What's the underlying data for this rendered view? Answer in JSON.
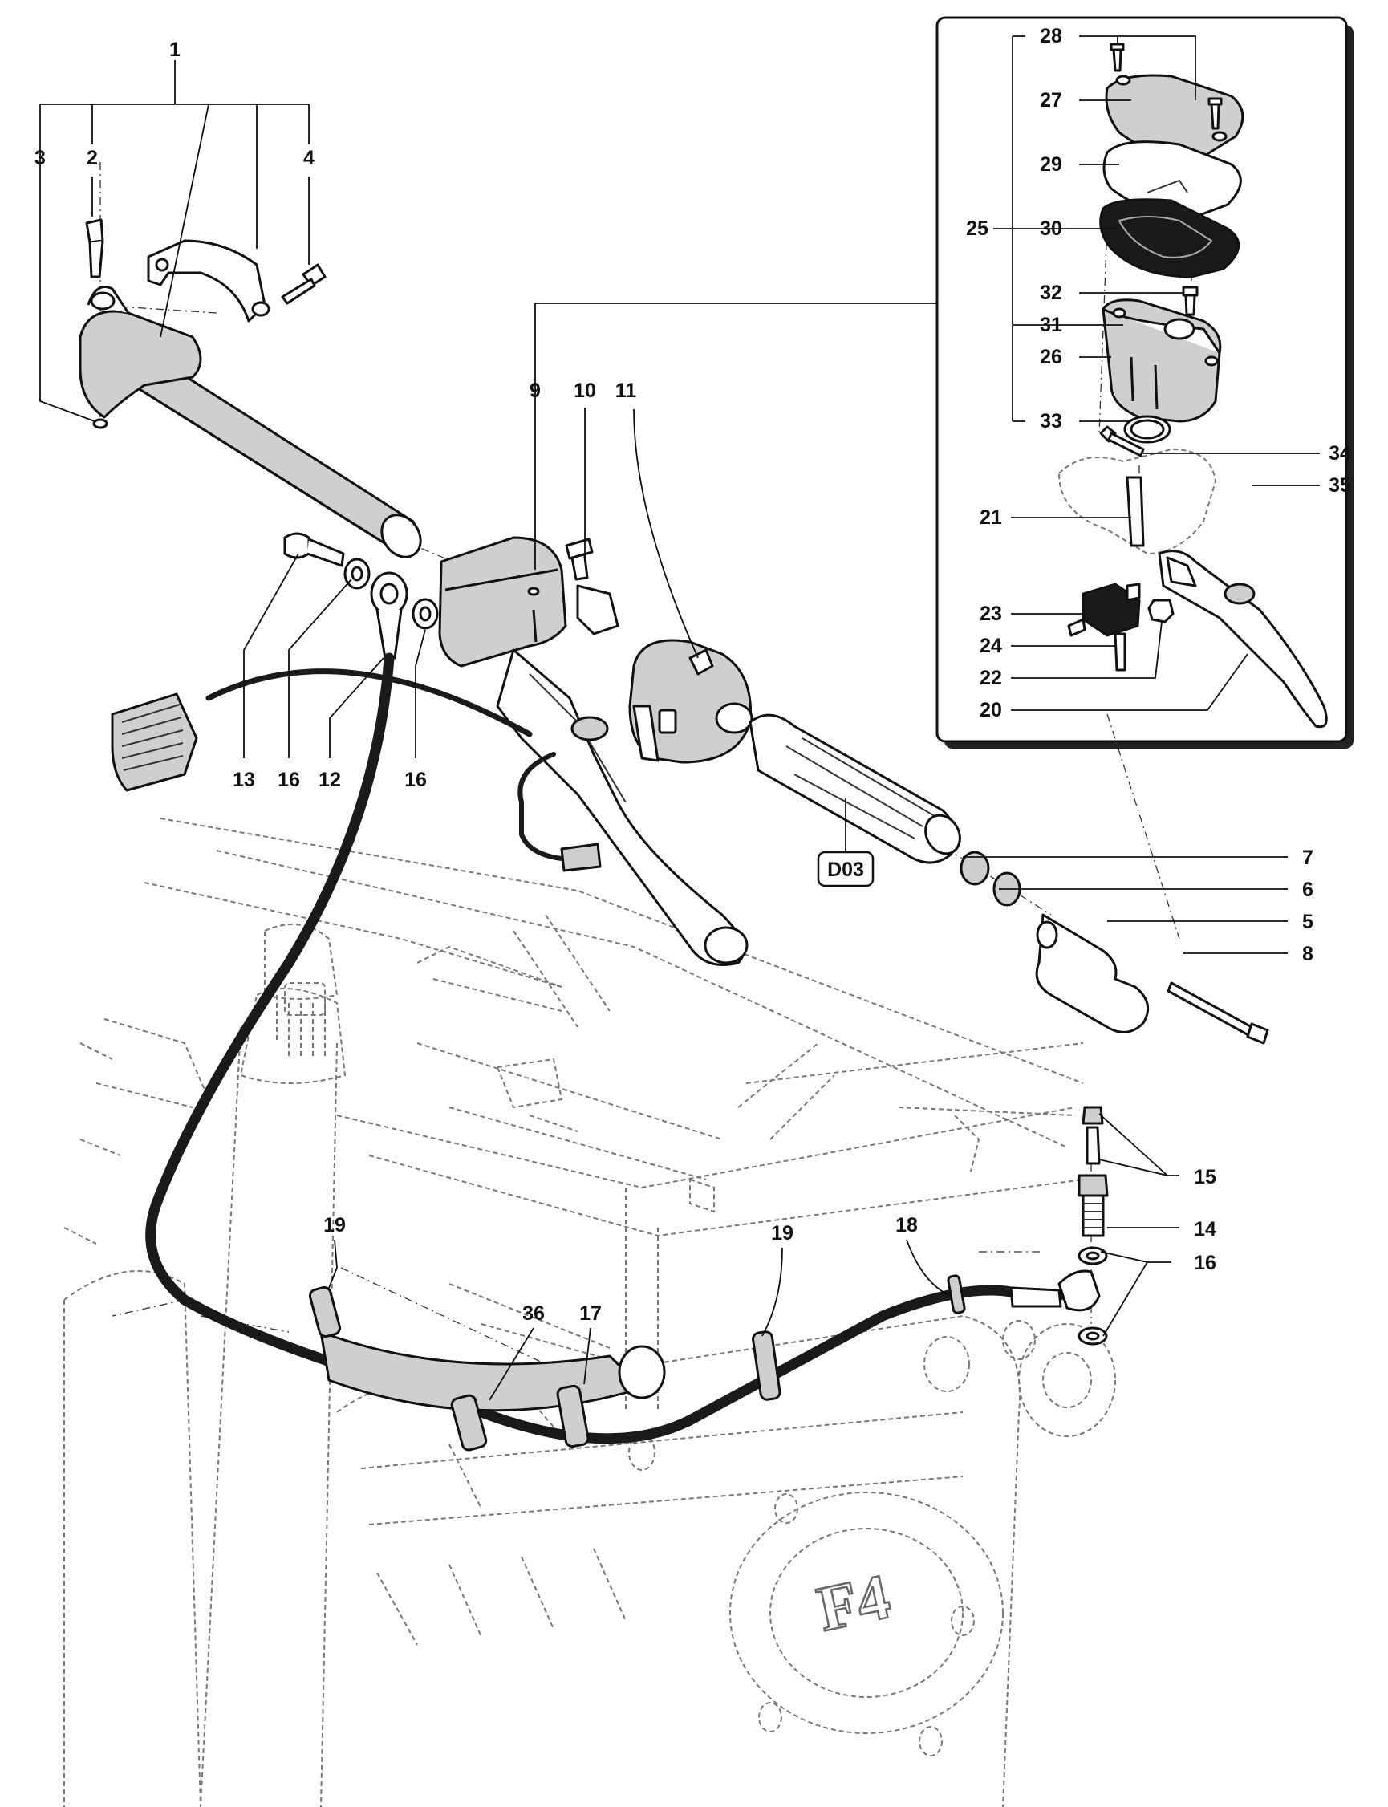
{
  "callouts": {
    "c1": "1",
    "c2": "2",
    "c3": "3",
    "c4": "4",
    "c5": "5",
    "c6": "6",
    "c7": "7",
    "c8": "8",
    "c9": "9",
    "c10": "10",
    "c11": "11",
    "c12": "12",
    "c13": "13",
    "c14": "14",
    "c15": "15",
    "c16a": "16",
    "c16b": "16",
    "c16c": "16",
    "c17": "17",
    "c18": "18",
    "c19a": "19",
    "c19b": "19",
    "c20": "20",
    "c21": "21",
    "c22": "22",
    "c23": "23",
    "c24": "24",
    "c25": "25",
    "c26": "26",
    "c27": "27",
    "c28": "28",
    "c29": "29",
    "c30": "30",
    "c31": "31",
    "c32": "32",
    "c33": "33",
    "c34": "34",
    "c35": "35",
    "c36": "36"
  },
  "reference_box": "D03",
  "frame_badge": "F4"
}
